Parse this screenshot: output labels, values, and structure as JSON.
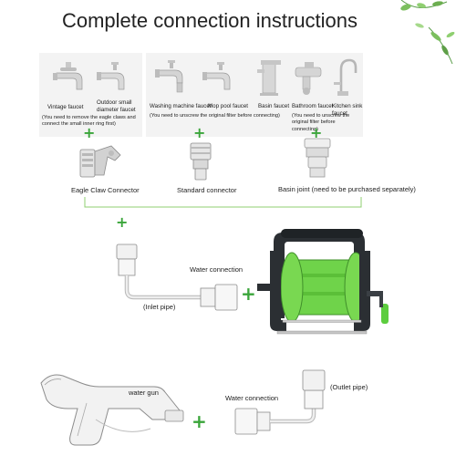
{
  "title": "Complete connection instructions",
  "faucets_left": {
    "vintage_label": "Vintage faucet",
    "outdoor_label": "Outdoor small diameter faucet",
    "note": "(You need to remove the eagle claws and connect the small inner ring first)"
  },
  "faucets_right": {
    "washing_label": "Washing machine faucet",
    "mop_label": "Mop pool faucet",
    "basin_label": "Basin faucet",
    "bathroom_label": "Bathroom faucet",
    "kitchen_label": "Kitchen sink faucet",
    "note_left": "(You need to unscrew the original filter before connecting)",
    "note_right": "(You need to unscrew the original filter before connecting)"
  },
  "connectors": {
    "eagle_label": "Eagle Claw Connector",
    "standard_label": "Standard connector",
    "basin_label": "Basin joint (need to be purchased separately)"
  },
  "inlet": {
    "water_connection_label": "Water connection",
    "pipe_label": "(Inlet pipe)"
  },
  "outlet": {
    "water_gun_label": "water gun",
    "water_connection_label": "Water connection",
    "pipe_label": "(Outlet pipe)"
  },
  "plus_sign": "+",
  "colors": {
    "accent_green": "#3aa53a",
    "reel_green": "#6fd34a",
    "frame_dark": "#2b2f33",
    "panel_gray": "#f3f3f3"
  }
}
